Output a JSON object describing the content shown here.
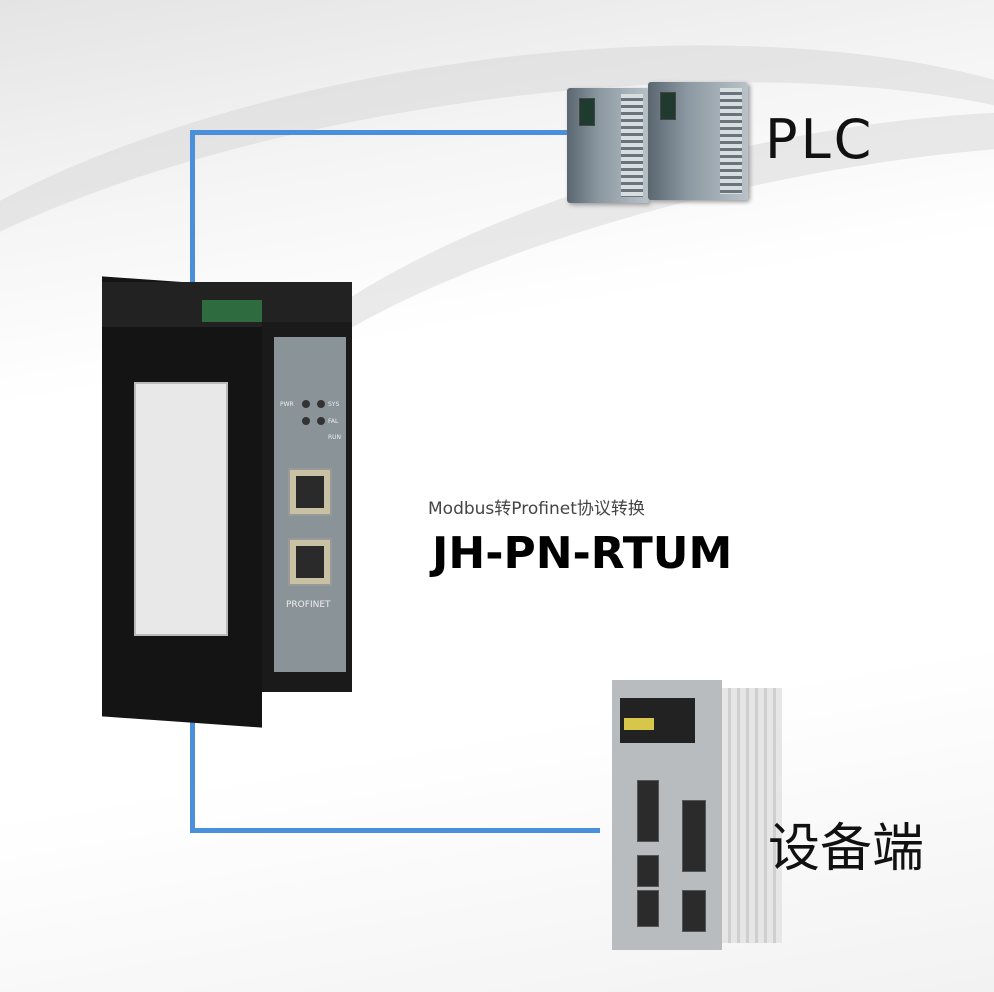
{
  "labels": {
    "plc": "PLC",
    "device_end": "设备端",
    "subtitle": "Modbus转Profinet协议转换",
    "model": "JH-PN-RTUM"
  },
  "device": {
    "port_label": "PROFINET",
    "leds": [
      "PWR",
      "SYS",
      "FAL",
      "RUN"
    ]
  },
  "colors": {
    "link": "#4a8fdc"
  }
}
